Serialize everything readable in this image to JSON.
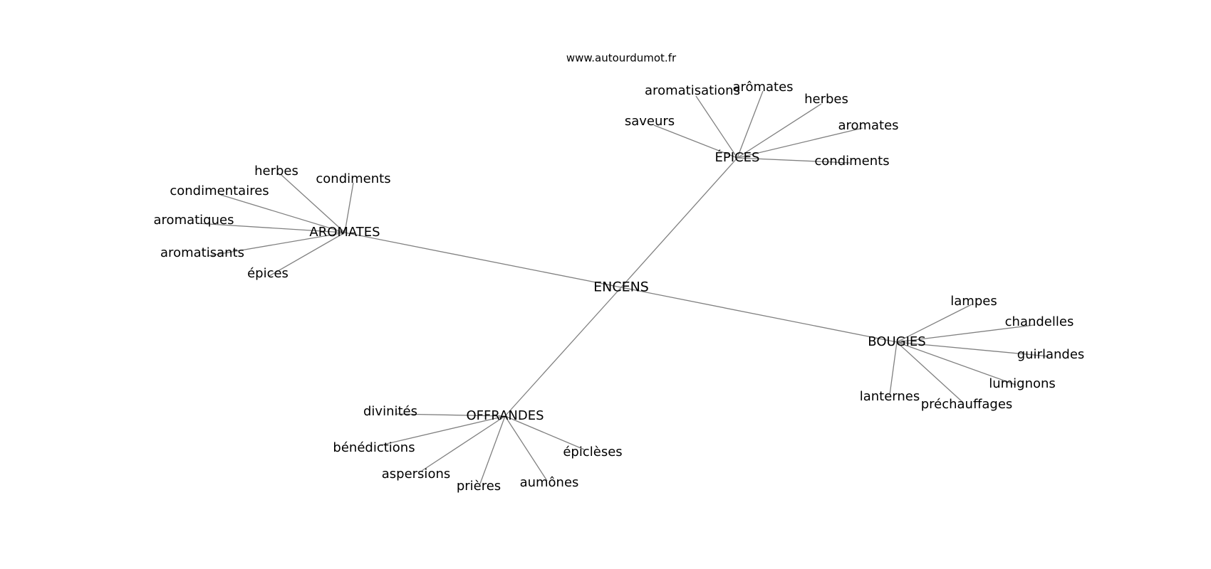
{
  "site": "www.autourdumot.fr",
  "center": "ENCENS",
  "branches": [
    {
      "name": "ÉPICES",
      "terms": [
        "aromatisations",
        "arômates",
        "herbes",
        "saveurs",
        "aromates",
        "condiments"
      ]
    },
    {
      "name": "AROMATES",
      "terms": [
        "herbes",
        "condiments",
        "condimentaires",
        "aromatiques",
        "aromatisants",
        "épices"
      ]
    },
    {
      "name": "BOUGIES",
      "terms": [
        "lampes",
        "chandelles",
        "guirlandes",
        "lumignons",
        "lanternes",
        "préchauffages"
      ]
    },
    {
      "name": "OFFRANDES",
      "terms": [
        "divinités",
        "bénédictions",
        "épiclèses",
        "aspersions",
        "prières",
        "aumônes"
      ]
    }
  ]
}
